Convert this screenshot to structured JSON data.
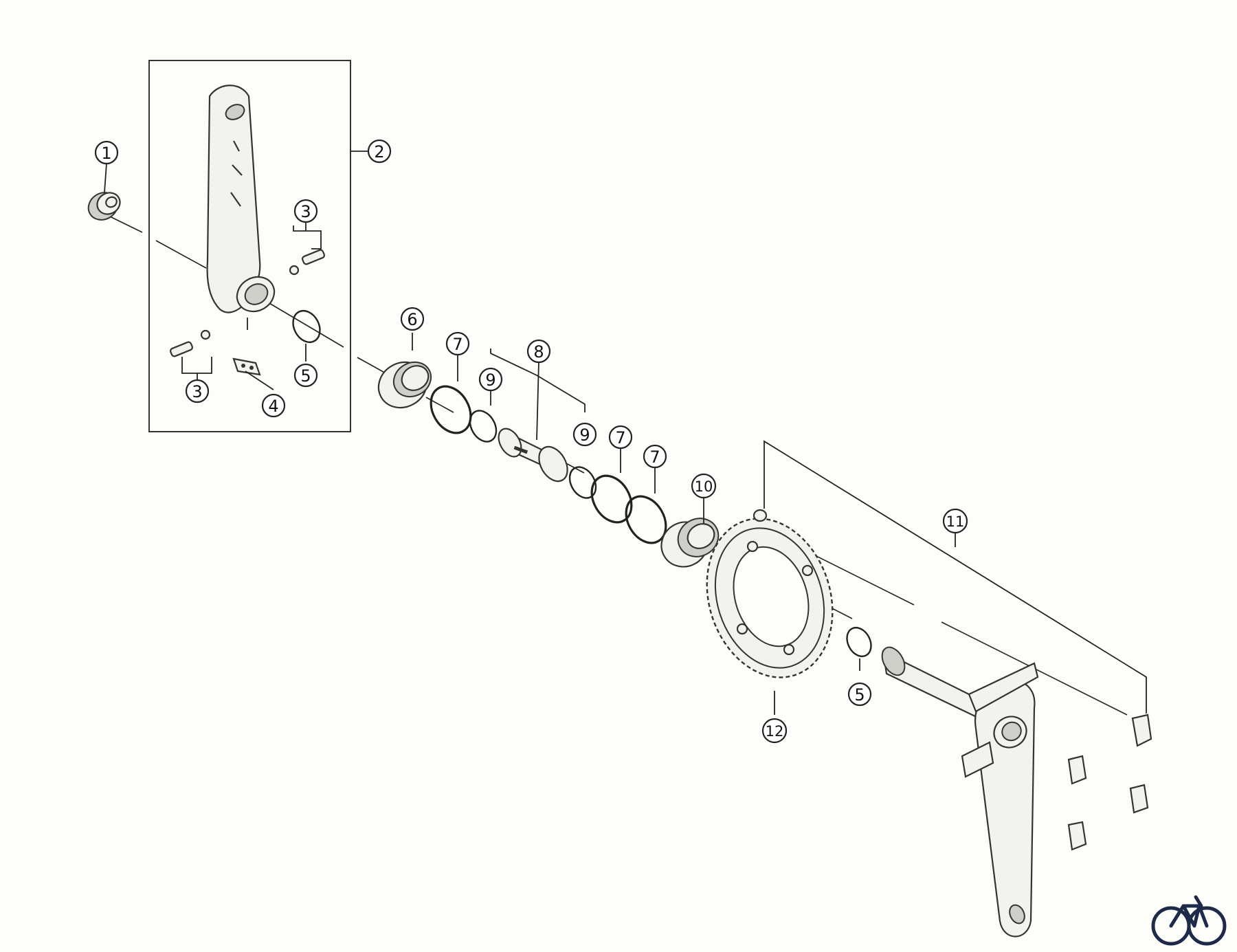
{
  "diagram": {
    "callouts": [
      {
        "id": "c1",
        "label": "1"
      },
      {
        "id": "c2",
        "label": "2"
      },
      {
        "id": "c3a",
        "label": "3"
      },
      {
        "id": "c3b",
        "label": "3"
      },
      {
        "id": "c4",
        "label": "4"
      },
      {
        "id": "c5a",
        "label": "5"
      },
      {
        "id": "c5b",
        "label": "5"
      },
      {
        "id": "c6",
        "label": "6"
      },
      {
        "id": "c7a",
        "label": "7"
      },
      {
        "id": "c7b",
        "label": "7"
      },
      {
        "id": "c7c",
        "label": "7"
      },
      {
        "id": "c8",
        "label": "8"
      },
      {
        "id": "c9a",
        "label": "9"
      },
      {
        "id": "c9b",
        "label": "9"
      },
      {
        "id": "c10",
        "label": "10"
      },
      {
        "id": "c11",
        "label": "11"
      },
      {
        "id": "c12",
        "label": "12"
      }
    ],
    "logo": {
      "icon": "bicycle-icon",
      "color": "#1d2a4a"
    }
  }
}
